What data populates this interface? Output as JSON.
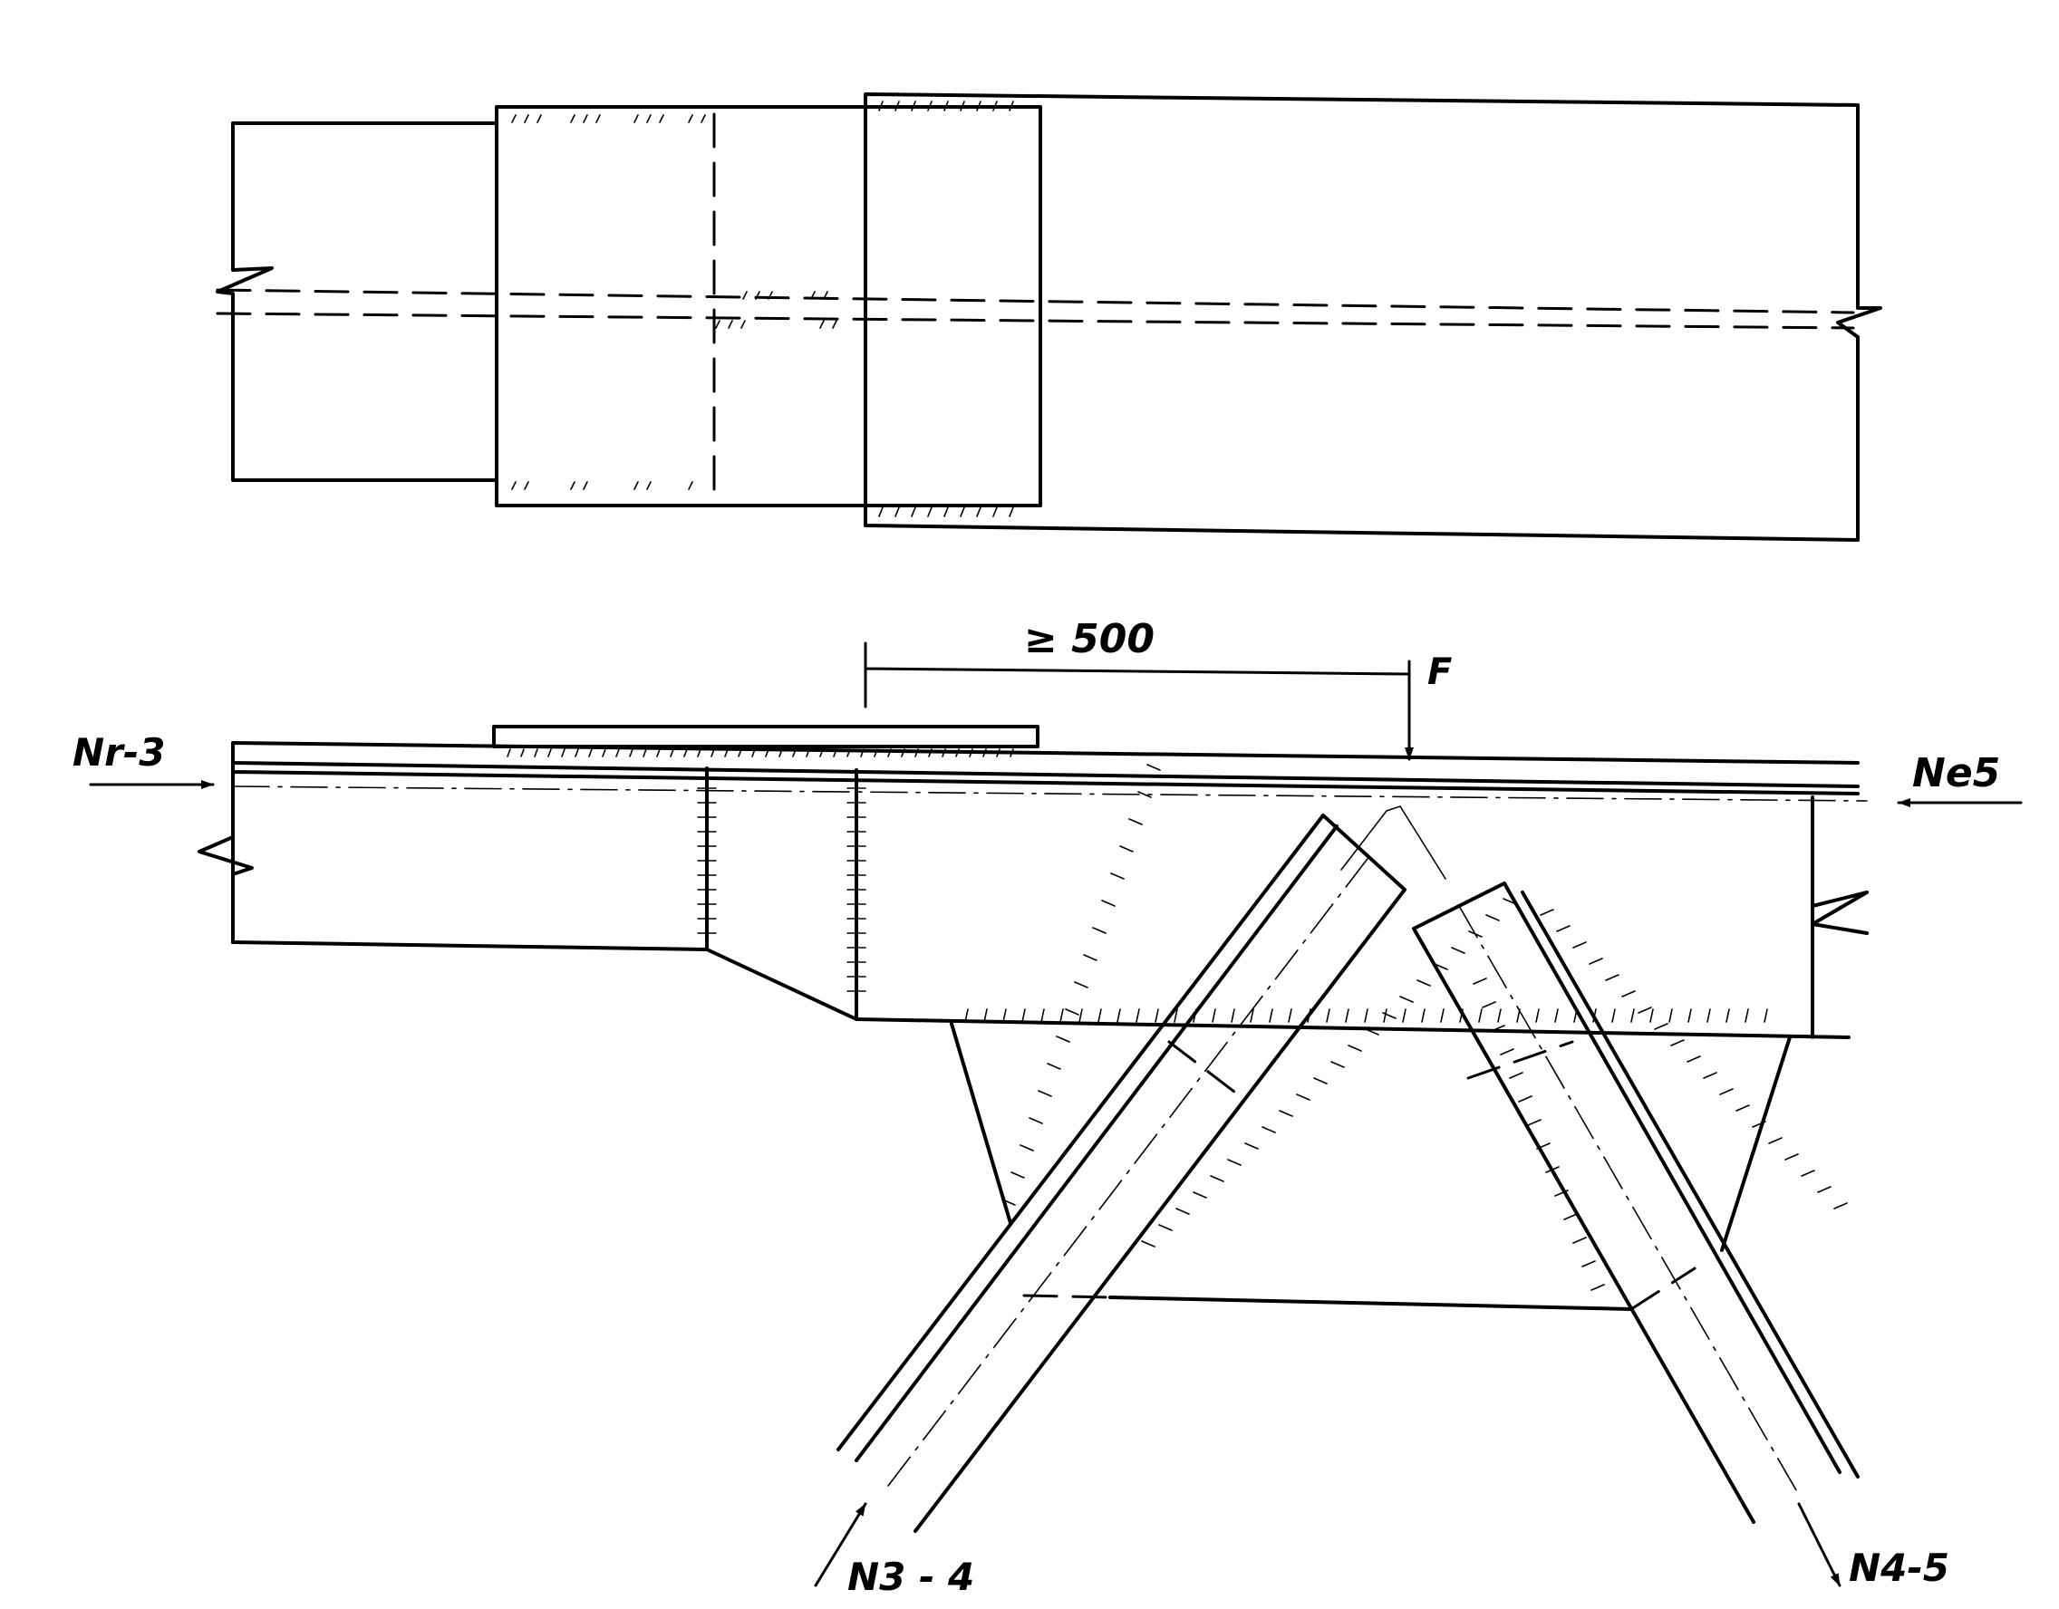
{
  "labels": {
    "dimension": "≥ 500",
    "force_f": "F",
    "n_left": "Nr-3",
    "n_right": "Ne5",
    "n_brace_left": "N3 - 4",
    "n_brace_right": "N4-5"
  }
}
